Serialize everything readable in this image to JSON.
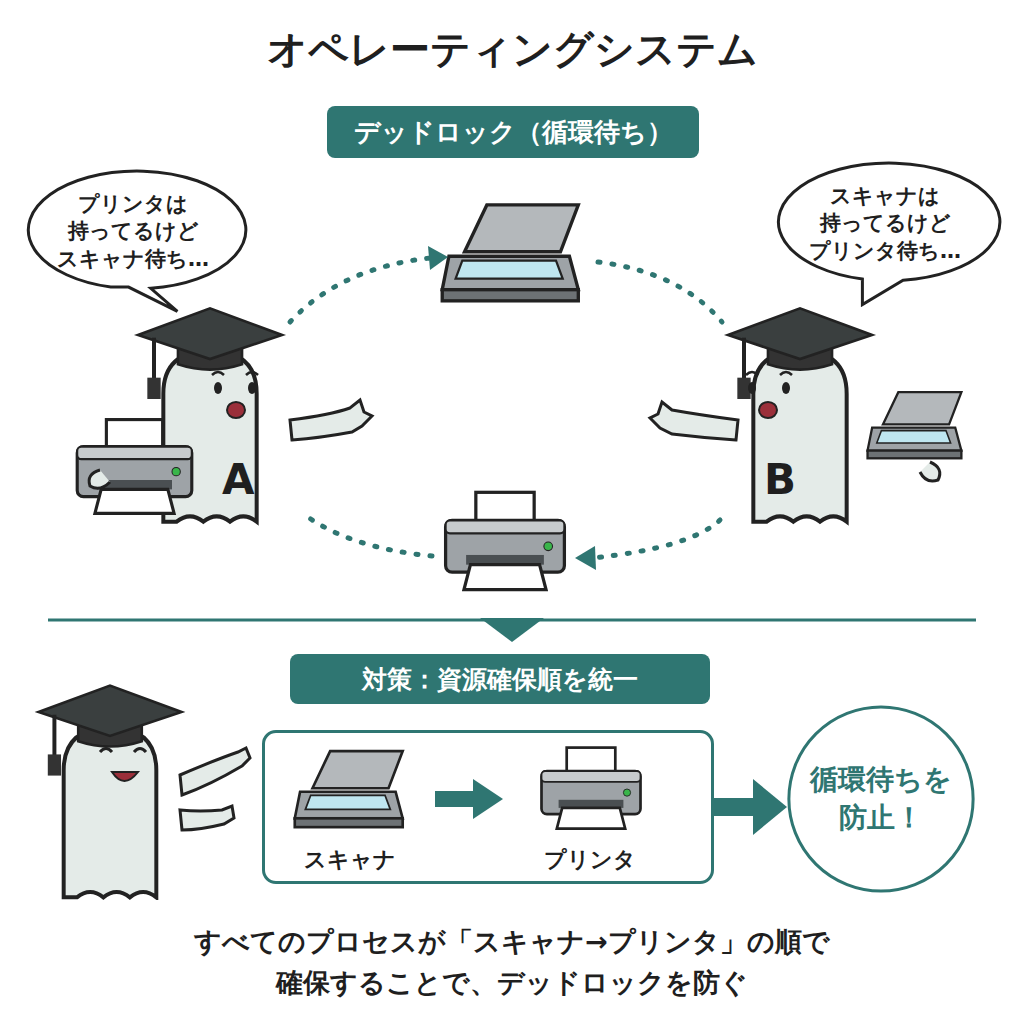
{
  "diagram": {
    "title": "オペレーティングシステム",
    "caption": "すべてのプロセスが「スキャナ→プリンタ」の順で 確保することで、デッドロックを防ぐ",
    "nodes": [
      {
        "text": [
          "デッドロック（循環待ち）"
        ]
      },
      {
        "text": [
          "プリンタは 持ってるけど スキャナ待ち…"
        ]
      },
      {
        "text": [
          "スキャナは 持ってるけど プリンタ待ち…"
        ]
      },
      {
        "text": [
          "対策：資源確保順を統一"
        ]
      },
      {
        "text": [
          "スキャナ",
          "プリンタ"
        ]
      },
      {
        "text": [
          "循環待ちを 防止！"
        ]
      }
    ],
    "edges": [
      {
        "from": 4,
        "to": 5,
        "arrow": "to"
      }
    ],
    "labels": [
      "A",
      "B"
    ]
  }
}
